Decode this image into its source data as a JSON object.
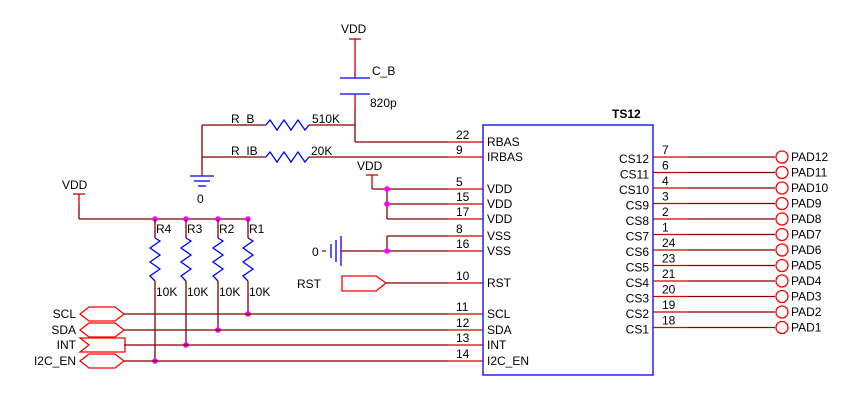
{
  "chip": {
    "name": "TS12",
    "left_pins": [
      {
        "num": "22",
        "name": "RBAS"
      },
      {
        "num": "9",
        "name": "IRBAS"
      },
      {
        "num": "5",
        "name": "VDD"
      },
      {
        "num": "15",
        "name": "VDD"
      },
      {
        "num": "17",
        "name": "VDD"
      },
      {
        "num": "8",
        "name": "VSS"
      },
      {
        "num": "16",
        "name": "VSS"
      },
      {
        "num": "10",
        "name": "RST"
      },
      {
        "num": "11",
        "name": "SCL"
      },
      {
        "num": "12",
        "name": "SDA"
      },
      {
        "num": "13",
        "name": "INT"
      },
      {
        "num": "14",
        "name": "I2C_EN"
      }
    ],
    "right_pins": [
      {
        "num": "7",
        "name": "CS12",
        "pad": "PAD12"
      },
      {
        "num": "6",
        "name": "CS11",
        "pad": "PAD11"
      },
      {
        "num": "4",
        "name": "CS10",
        "pad": "PAD10"
      },
      {
        "num": "3",
        "name": "CS9",
        "pad": "PAD9"
      },
      {
        "num": "2",
        "name": "CS8",
        "pad": "PAD8"
      },
      {
        "num": "1",
        "name": "CS7",
        "pad": "PAD7"
      },
      {
        "num": "24",
        "name": "CS6",
        "pad": "PAD6"
      },
      {
        "num": "23",
        "name": "CS5",
        "pad": "PAD5"
      },
      {
        "num": "21",
        "name": "CS4",
        "pad": "PAD4"
      },
      {
        "num": "20",
        "name": "CS3",
        "pad": "PAD3"
      },
      {
        "num": "19",
        "name": "CS2",
        "pad": "PAD2"
      },
      {
        "num": "18",
        "name": "CS1",
        "pad": "PAD1"
      }
    ]
  },
  "capacitor": {
    "ref": "C_B",
    "value": "820p"
  },
  "rb": {
    "ref": "R_B",
    "value": "510K"
  },
  "rib": {
    "ref": "R_IB",
    "value": "20K"
  },
  "pullups": [
    {
      "ref": "R4",
      "value": "10K"
    },
    {
      "ref": "R3",
      "value": "10K"
    },
    {
      "ref": "R2",
      "value": "10K"
    },
    {
      "ref": "R1",
      "value": "10K"
    }
  ],
  "power": {
    "vdd": "VDD",
    "gnd": "0"
  },
  "ports": {
    "rst": "RST",
    "scl": "SCL",
    "sda": "SDA",
    "int": "INT",
    "i2c_en": "I2C_EN"
  }
}
